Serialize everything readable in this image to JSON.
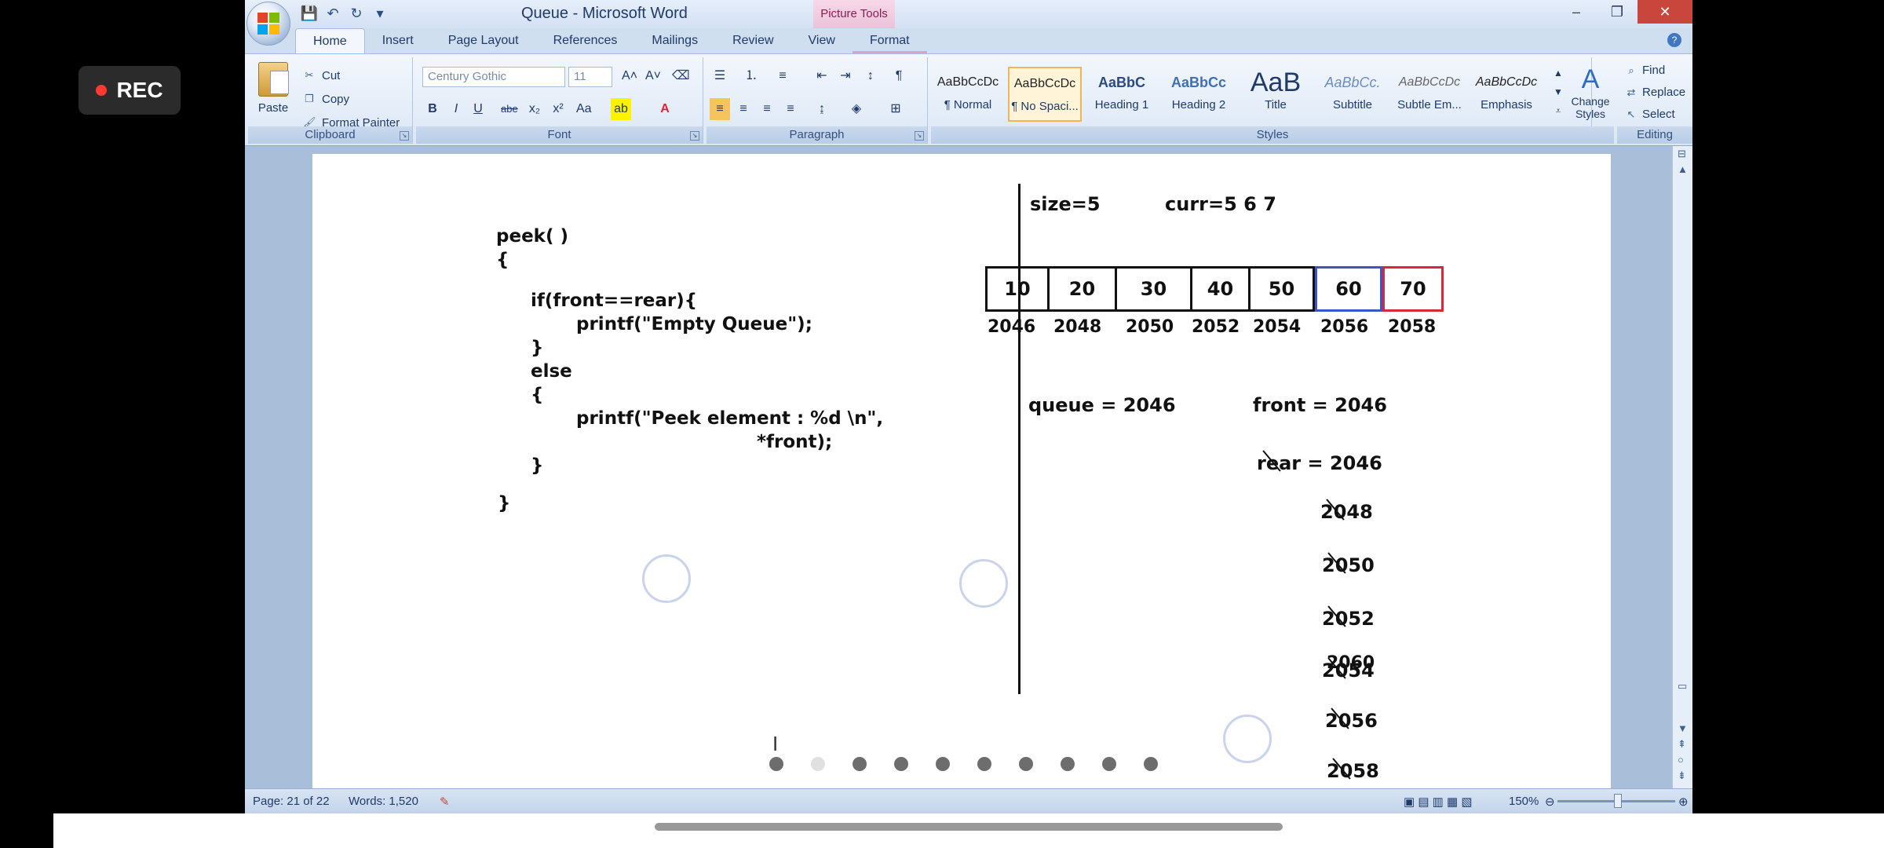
{
  "recorder": {
    "label": "REC",
    "color": "#ff3b30"
  },
  "window": {
    "title": "Queue - Microsoft Word",
    "context_tab_group": "Picture Tools",
    "controls": [
      "–",
      "❐",
      "✕"
    ]
  },
  "quick_access": {
    "icons": [
      "save-icon",
      "undo-icon",
      "redo-icon",
      "customize-icon"
    ]
  },
  "tabs": [
    "Home",
    "Insert",
    "Page Layout",
    "References",
    "Mailings",
    "Review",
    "View",
    "Format"
  ],
  "ribbon": {
    "clipboard": {
      "label": "Clipboard",
      "paste": "Paste",
      "cut": "Cut",
      "copy": "Copy",
      "format_painter": "Format Painter"
    },
    "font": {
      "label": "Font",
      "family": "Century Gothic",
      "size": "11",
      "buttons": [
        "B",
        "I",
        "U",
        "abe",
        "x₂",
        "x²",
        "Aa"
      ],
      "grow": "A˄",
      "shrink": "A˅"
    },
    "paragraph": {
      "label": "Paragraph"
    },
    "styles": {
      "label": "Styles",
      "items": [
        {
          "preview": "AaBbCcDc",
          "name": "¶ Normal"
        },
        {
          "preview": "AaBbCcDc",
          "name": "¶ No Spaci..."
        },
        {
          "preview": "AaBbC",
          "name": "Heading 1"
        },
        {
          "preview": "AaBbCc",
          "name": "Heading 2"
        },
        {
          "preview": "AaB",
          "name": "Title"
        },
        {
          "preview": "AaBbCc.",
          "name": "Subtitle"
        },
        {
          "preview": "AaBbCcDc",
          "name": "Subtle Em..."
        },
        {
          "preview": "AaBbCcDc",
          "name": "Emphasis"
        }
      ],
      "change_styles": "Change Styles"
    },
    "editing": {
      "label": "Editing",
      "find": "Find",
      "replace": "Replace",
      "select": "Select"
    }
  },
  "document": {
    "code_lines": [
      "peek( )",
      "{",
      "if(front==rear){",
      "printf(\"Empty Queue\");",
      "}",
      "else",
      "{",
      "printf(\"Peek element : %d \\n\",",
      "*front);",
      "}",
      "}"
    ],
    "size_label": "size=5",
    "curr_label": "curr=5 6 7",
    "array_values": [
      "10",
      "20",
      "30",
      "40",
      "50",
      "60",
      "70"
    ],
    "array_addresses": [
      "2046",
      "2048",
      "2050",
      "2052",
      "2054",
      "2056",
      "2058"
    ],
    "queue_label": "queue = 2046",
    "front_label": "front = 2046",
    "rear_label": "rear = 2046",
    "rear_history": [
      "2048",
      "2050",
      "2052",
      "2054",
      "2056",
      "2058",
      "2060"
    ],
    "highlight_colors": {
      "blue": "#3c56c8",
      "red": "#d8283a"
    }
  },
  "status": {
    "page": "Page: 21 of 22",
    "words": "Words: 1,520",
    "zoom": "150%"
  }
}
